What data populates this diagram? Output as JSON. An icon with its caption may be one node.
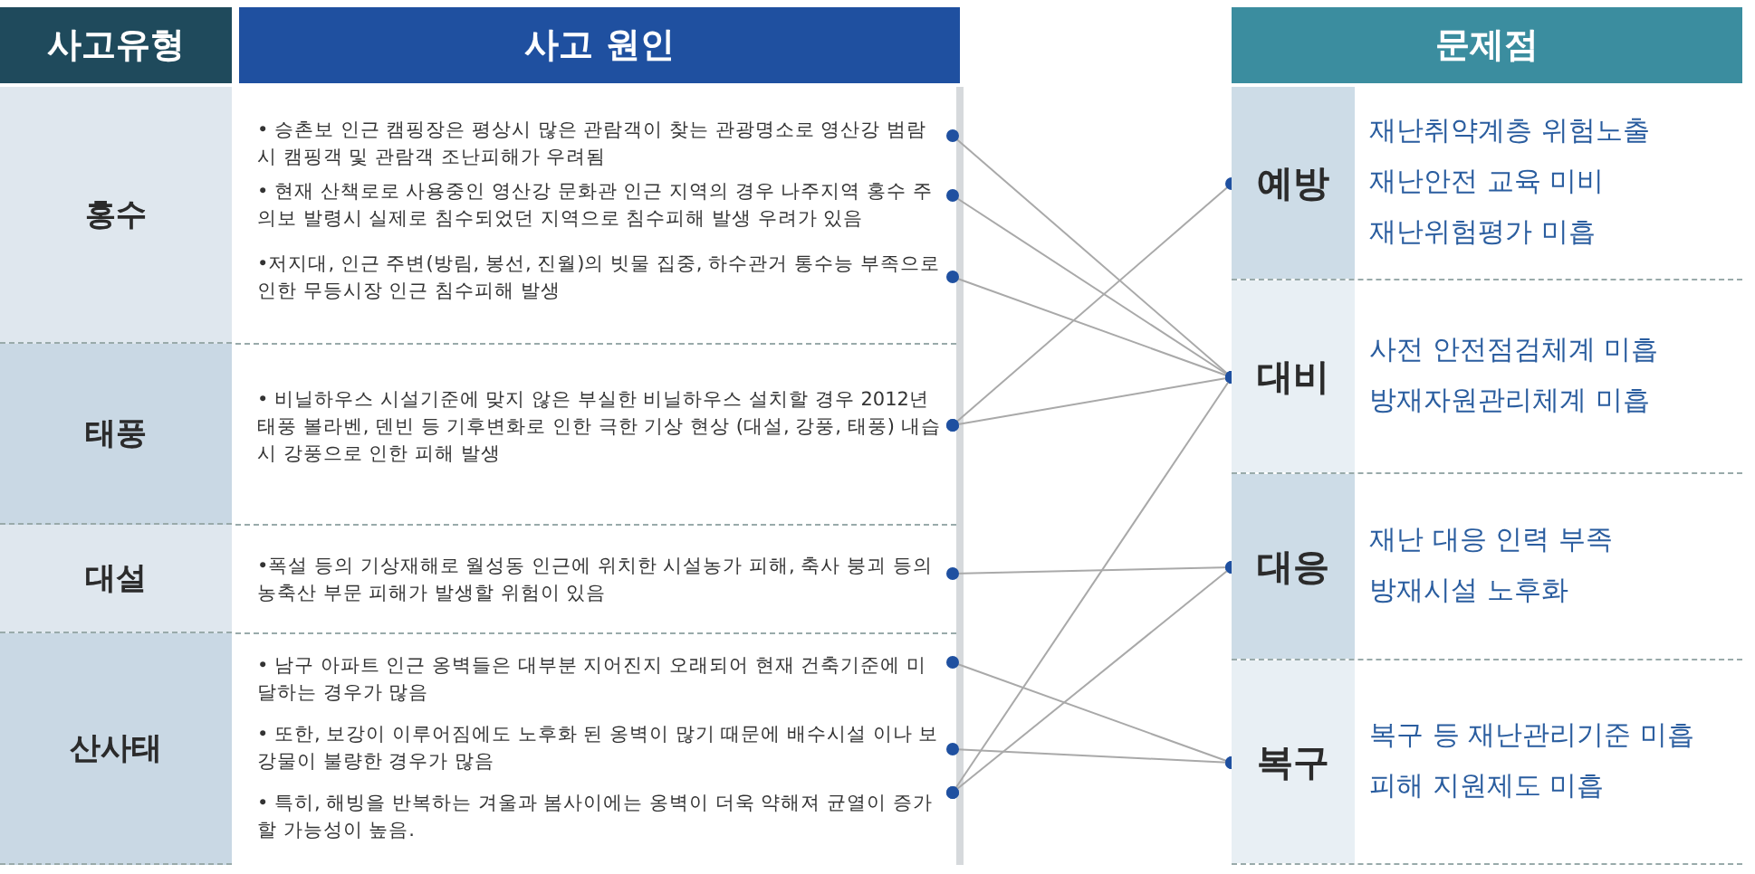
{
  "diagram": {
    "nodes": [
      {
        "text": [
          "홍수"
        ]
      },
      {
        "text": [
          "태풍"
        ]
      },
      {
        "text": [
          "대설"
        ]
      },
      {
        "text": [
          "산사태"
        ]
      },
      {
        "text": [
          "• 승촌보 인근 캠핑장은 평상시 많은 관람객이 찾는 관광명소로 영산강 범람시 캠핑객 및 관람객 조난피해가 우려됨"
        ]
      },
      {
        "text": [
          "• 현재 산책로로 사용중인 영산강 문화관 인근 지역의 경우 나주지역 홍수 주의보 발령시 실제로 침수되었던 지역으로 침수피해 발생 우려가 있음"
        ]
      },
      {
        "text": [
          "•저지대, 인근 주변(방림, 봉선, 진월)의 빗물 집중, 하수관거 통수능 부족으로 인한 무등시장 인근 침수피해 발생"
        ]
      },
      {
        "text": [
          "• 비닐하우스 시설기준에 맞지 않은 부실한 비닐하우스 설치할 경우 2012년 태풍 볼라벤, 덴빈 등 기후변화로 인한 극한 기상 현상 (대설, 강풍, 태풍) 내습시 강풍으로 인한 피해 발생"
        ]
      },
      {
        "text": [
          "•폭설 등의 기상재해로 월성동 인근에 위치한 시설농가 피해, 축사 붕괴 등의 농축산 부문 피해가 발생할 위험이 있음"
        ]
      },
      {
        "text": [
          "• 남구 아파트 인근 옹벽들은 대부분 지어진지 오래되어 현재 건축기준에 미달하는 경우가 많음"
        ]
      },
      {
        "text": [
          "• 또한, 보강이 이루어짐에도 노후화 된 옹벽이 많기 때문에 배수시설 이나 보강물이 불량한 경우가 많음"
        ]
      },
      {
        "text": [
          "• 특히, 해빙을 반복하는 겨울과 봄사이에는 옹벽이 더욱 약해져 균열이 증가할 가능성이 높음."
        ]
      },
      {
        "text": [
          "예방",
          "재난취약계층 위험노출",
          "재난안전 교육 미비",
          "재난위험평가 미흡"
        ]
      },
      {
        "text": [
          "대비",
          "사전 안전점검체계 미흡",
          "방재자원관리체계 미흡"
        ]
      },
      {
        "text": [
          "대응",
          "재난 대응 인력 부족",
          "방재시설 노후화"
        ]
      },
      {
        "text": [
          "복구",
          "복구 등 재난관리기준 미흡",
          "피해 지원제도 미흡"
        ]
      }
    ],
    "edges": [
      {
        "from": 4,
        "to": 13,
        "arrow": "other"
      },
      {
        "from": 5,
        "to": 13,
        "arrow": "other"
      },
      {
        "from": 6,
        "to": 13,
        "arrow": "other"
      },
      {
        "from": 7,
        "to": 12,
        "arrow": "other"
      },
      {
        "from": 7,
        "to": 13,
        "arrow": "other"
      },
      {
        "from": 8,
        "to": 14,
        "arrow": "other"
      },
      {
        "from": 9,
        "to": 15,
        "arrow": "other"
      },
      {
        "from": 10,
        "to": 15,
        "arrow": "other"
      },
      {
        "from": 11,
        "to": 13,
        "arrow": "other"
      },
      {
        "from": 11,
        "to": 14,
        "arrow": "other"
      }
    ],
    "labels": [
      "사고유형",
      "사고 원인",
      "문제점"
    ]
  }
}
